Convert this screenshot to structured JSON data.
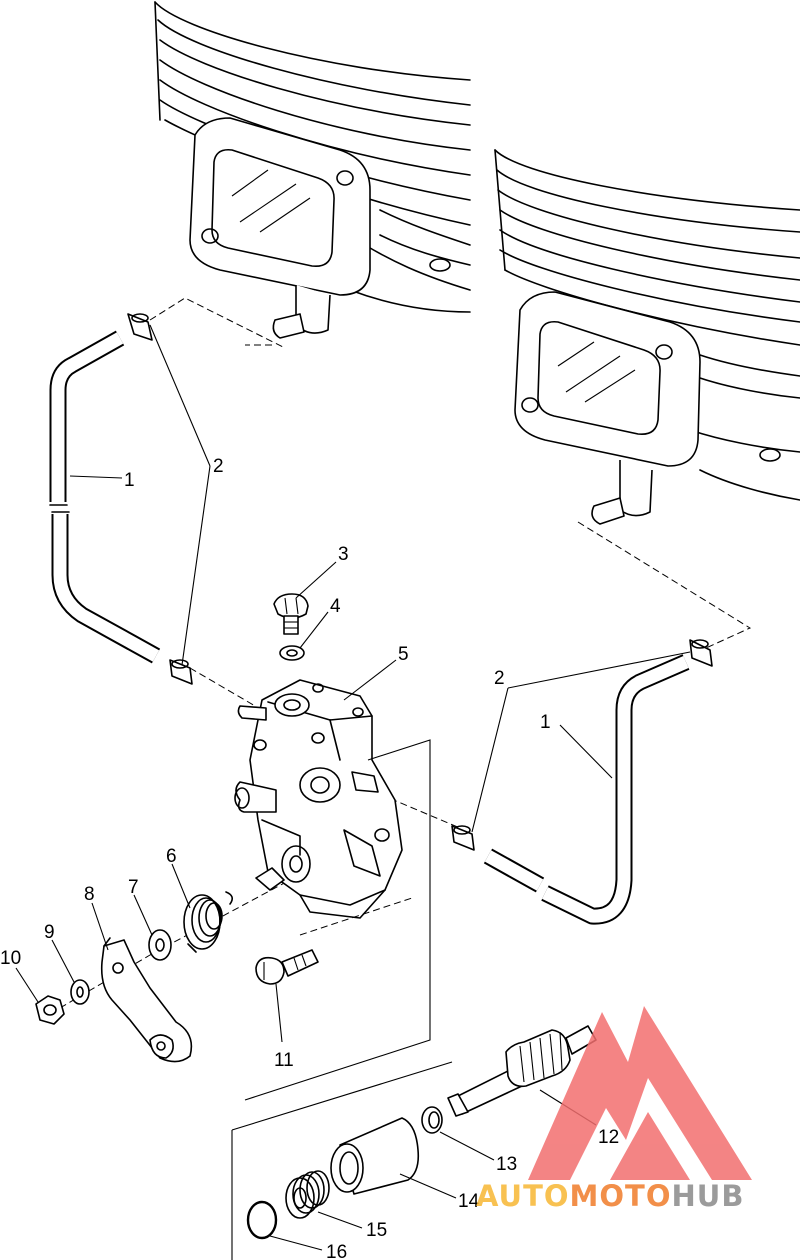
{
  "callouts": [
    "1",
    "2",
    "3",
    "4",
    "5",
    "6",
    "7",
    "8",
    "9",
    "10",
    "11",
    "12",
    "13",
    "14",
    "15",
    "16"
  ],
  "watermark": {
    "word_a": "AUTO",
    "word_b": "MOTO",
    "word_c": "HUB",
    "color_a": "#f7b733",
    "color_b": "#f07c2a",
    "color_c": "#8a8a8a",
    "logo_color": "#f26f6f"
  }
}
